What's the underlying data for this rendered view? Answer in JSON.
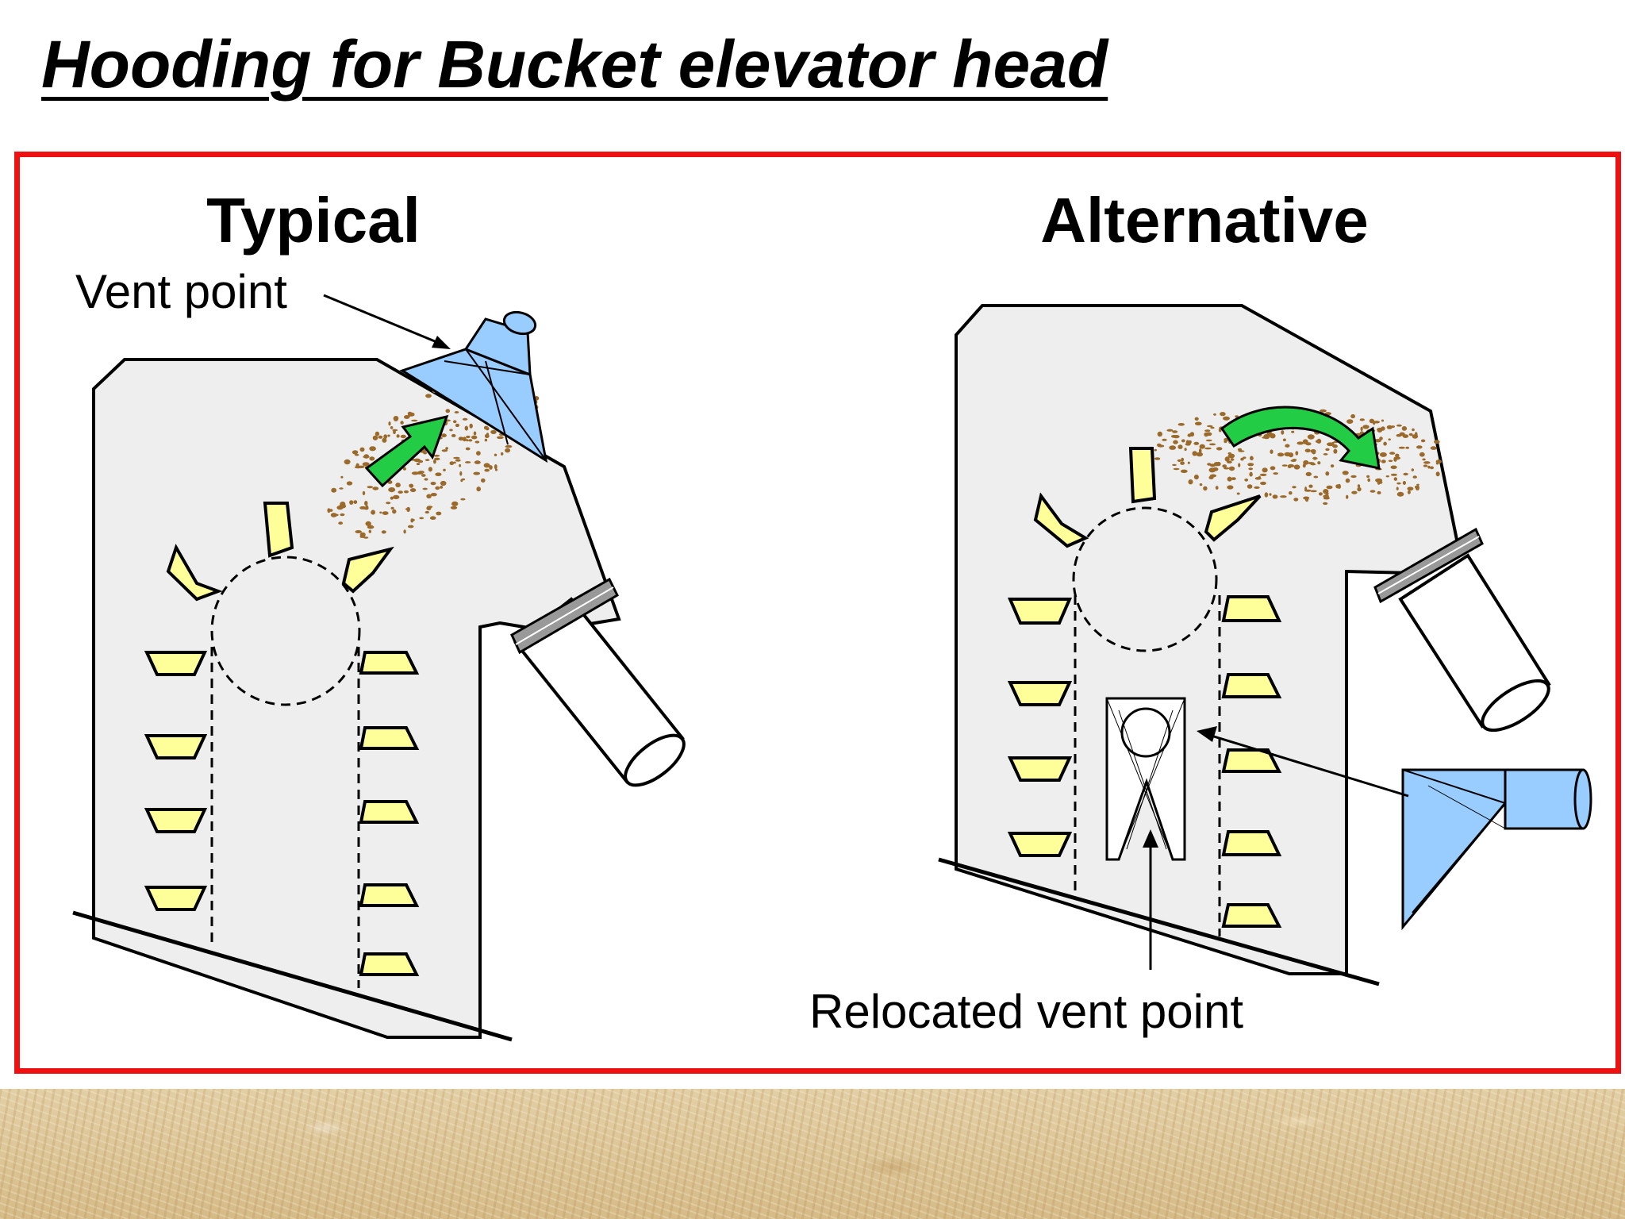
{
  "title": "Hooding for Bucket elevator head",
  "panels": {
    "typical": {
      "heading": "Typical",
      "annotation": "Vent point"
    },
    "alternative": {
      "heading": "Alternative",
      "annotation": "Relocated vent point"
    }
  },
  "colors": {
    "frame": "#ee1111",
    "casing": "#eeeeee",
    "hood": "#99ccff",
    "bucket": "#ffff99",
    "airflow_arrow": "#22cc44",
    "dust": "#9b6a2a",
    "background_band": "#dcc59a"
  }
}
